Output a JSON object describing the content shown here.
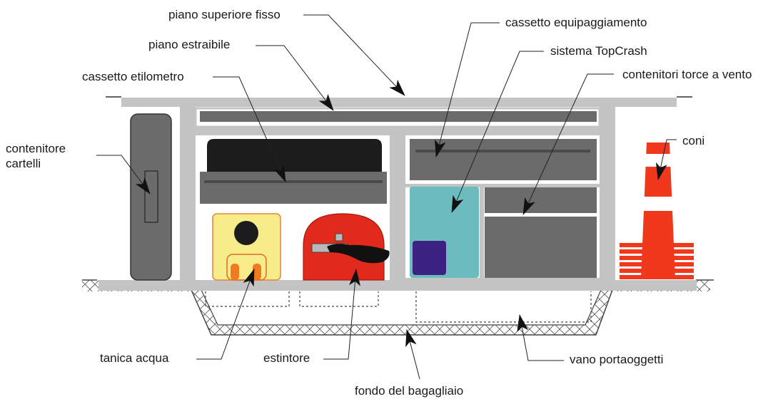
{
  "labels": {
    "piano_superiore_fisso": "piano superiore fisso",
    "piano_estraibile": "piano estraibile",
    "cassetto_etilometro": "cassetto etilometro",
    "contenitore_cartelli_line1": "contenitore",
    "contenitore_cartelli_line2": "cartelli",
    "cassetto_equipaggiamento": "cassetto equipaggiamento",
    "sistema_topcrash": "sistema TopCrash",
    "contenitori_torce": "contenitori torce a vento",
    "coni": "coni",
    "tanica_acqua": "tanica acqua",
    "estintore": "estintore",
    "vano_portaoggetti": "vano portaoggetti",
    "fondo_bagagliaio": "fondo del bagagliaio"
  },
  "colors": {
    "frame_gray": "#c4c4c4",
    "dark_gray": "#6b6b6b",
    "black_case": "#1c1c1c",
    "teal": "#6cbcbf",
    "purple": "#3c2282",
    "yellow": "#f7ec8a",
    "orange": "#ee7a22",
    "red": "#e12a1c",
    "cone_red": "#f0381c"
  }
}
